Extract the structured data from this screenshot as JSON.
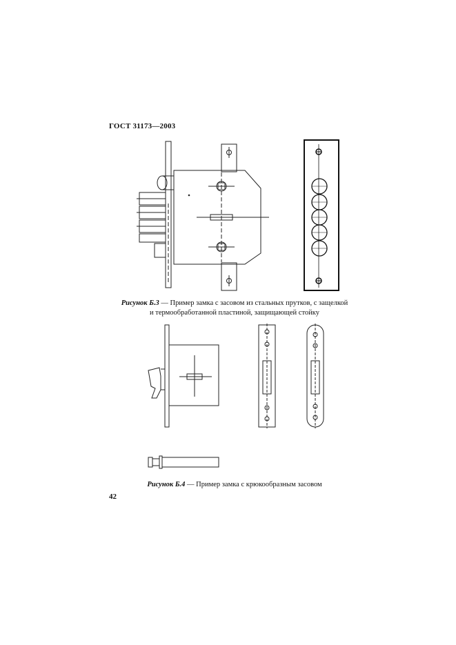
{
  "header": {
    "doc_code": "ГОСТ 31173—2003"
  },
  "figure_b3": {
    "label": "Рисунок Б.3",
    "caption_line1": " — Пример замка с засовом из стальных прутков, с защелкой",
    "caption_line2": "и термообработанной пластиной, защищающей стойку"
  },
  "figure_b4": {
    "label": "Рисунок Б.4",
    "caption": " — Пример замка с крюкообразным засовом"
  },
  "footer": {
    "page_number": "42"
  }
}
